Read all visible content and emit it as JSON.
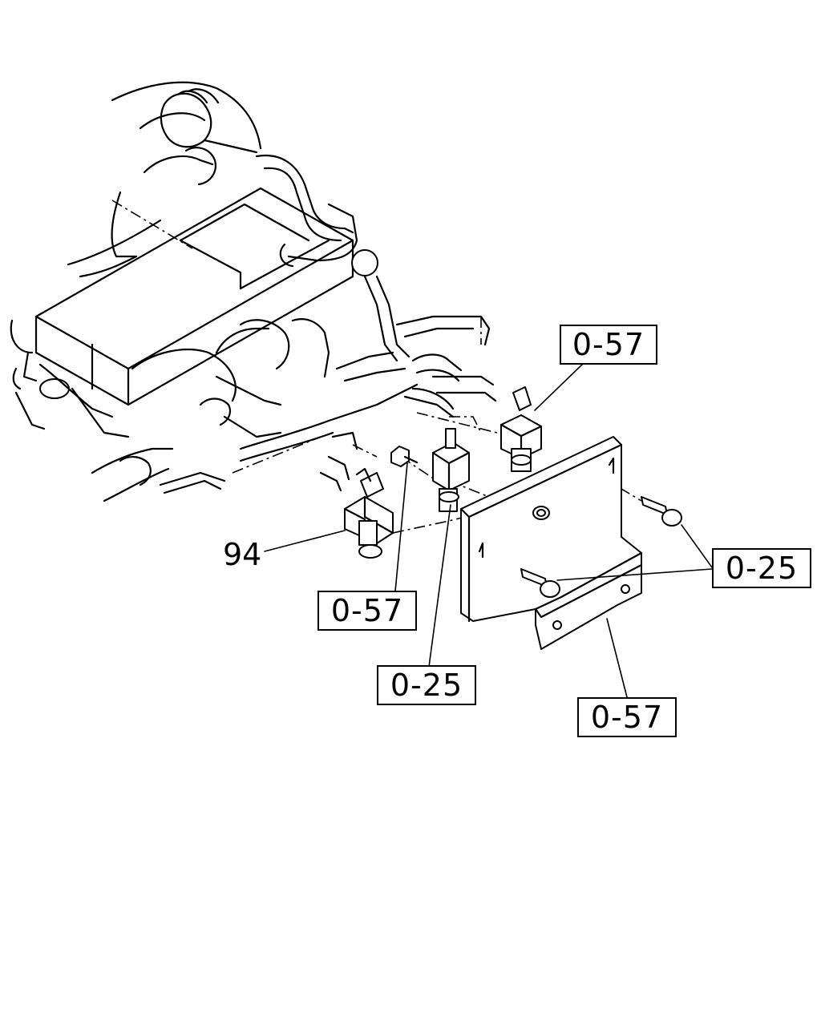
{
  "callouts": {
    "top_right": "0-57",
    "right": "0-25",
    "left_bottom": "0-57",
    "center_bottom": "0-25",
    "bracket": "0-57"
  },
  "part_number_label": "94",
  "colors": {
    "line": "#000000",
    "background": "#ffffff"
  }
}
